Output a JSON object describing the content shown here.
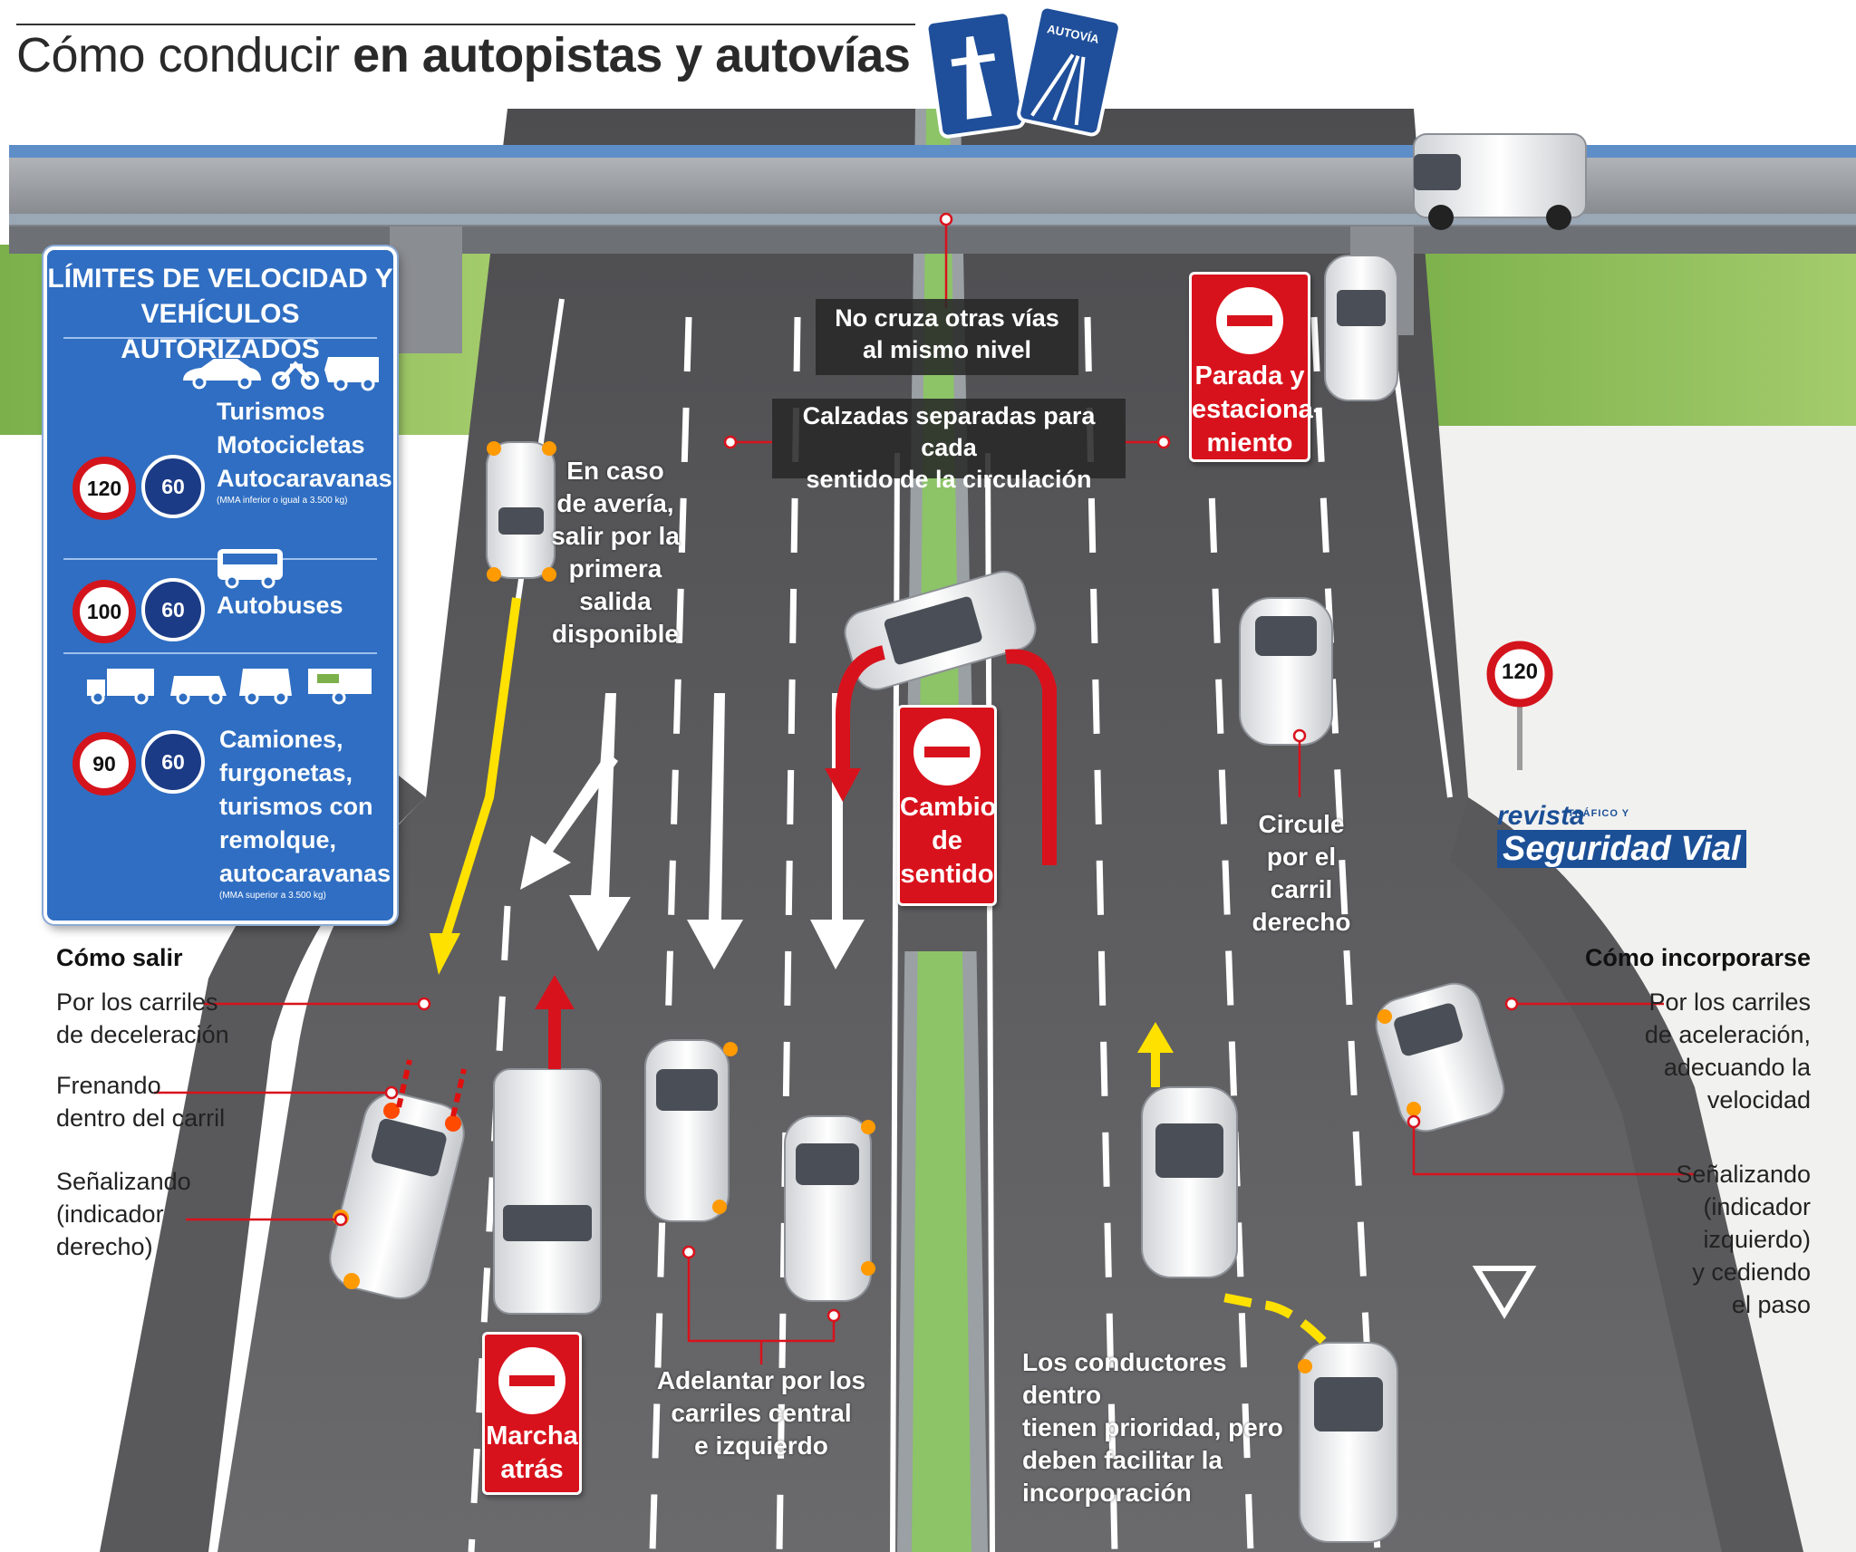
{
  "title": {
    "light": "Cómo conducir",
    "bold": "en autopistas y autovías"
  },
  "signs": {
    "autovia_label": "AUTOVÍA"
  },
  "limits_box": {
    "title_line1": "LÍMITES DE VELOCIDAD Y",
    "title_line2": "VEHÍCULOS AUTORIZADOS",
    "groups": [
      {
        "max": "120",
        "min": "60",
        "labels": [
          "Turismos",
          "Motocicletas",
          "Autocaravanas"
        ],
        "note": "(MMA inferior o igual a 3.500 kg)"
      },
      {
        "max": "100",
        "min": "60",
        "labels": [
          "Autobuses"
        ],
        "note": ""
      },
      {
        "max": "90",
        "min": "60",
        "labels": [
          "Camiones,",
          "furgonetas,",
          "turismos con",
          "remolque,",
          "autocaravanas"
        ],
        "note": "(MMA superior a 3.500 kg)"
      }
    ]
  },
  "captions": {
    "no_cruza": [
      "No cruza otras vías",
      "al mismo nivel"
    ],
    "calzadas": [
      "Calzadas separadas para cada",
      "sentido de la circulación"
    ],
    "averia": [
      "En caso",
      "de avería,",
      "salir por la",
      "primera",
      "salida",
      "disponible"
    ],
    "circule": [
      "Circule",
      "por el",
      "carril",
      "derecho"
    ],
    "adelantar": [
      "Adelantar por los",
      "carriles central",
      "e izquierdo"
    ],
    "prioridad": [
      "Los conductores dentro",
      "tienen prioridad, pero",
      "deben facilitar la",
      "incorporación"
    ]
  },
  "prohibitions": {
    "parada": [
      "Parada y",
      "estaciona-",
      "miento"
    ],
    "cambio": [
      "Cambio",
      "de",
      "sentido"
    ],
    "marcha": [
      "Marcha",
      "atrás"
    ]
  },
  "salir": {
    "heading": "Cómo salir",
    "items": [
      [
        "Por los carriles",
        "de deceleración"
      ],
      [
        "Frenando",
        "dentro del carril"
      ],
      [
        "Señalizando",
        "(indicador",
        "derecho)"
      ]
    ]
  },
  "incorporarse": {
    "heading": "Cómo incorporarse",
    "items": [
      [
        "Por los carriles",
        "de aceleración,",
        "adecuando la",
        "velocidad"
      ],
      [
        "Señalizando",
        "(indicador",
        "izquierdo)",
        "y cediendo",
        "el paso"
      ]
    ]
  },
  "roadside_sign": {
    "value": "120"
  },
  "brand": {
    "line1": "revista",
    "sub": "TRÁFICO Y",
    "line2": "Seguridad Vial"
  },
  "colors": {
    "asphalt": "#5f5f61",
    "accent_red": "#d8121c",
    "info_blue": "#2f6ec2",
    "median_green": "#8cc467",
    "arrow_yellow": "#ffe100"
  }
}
